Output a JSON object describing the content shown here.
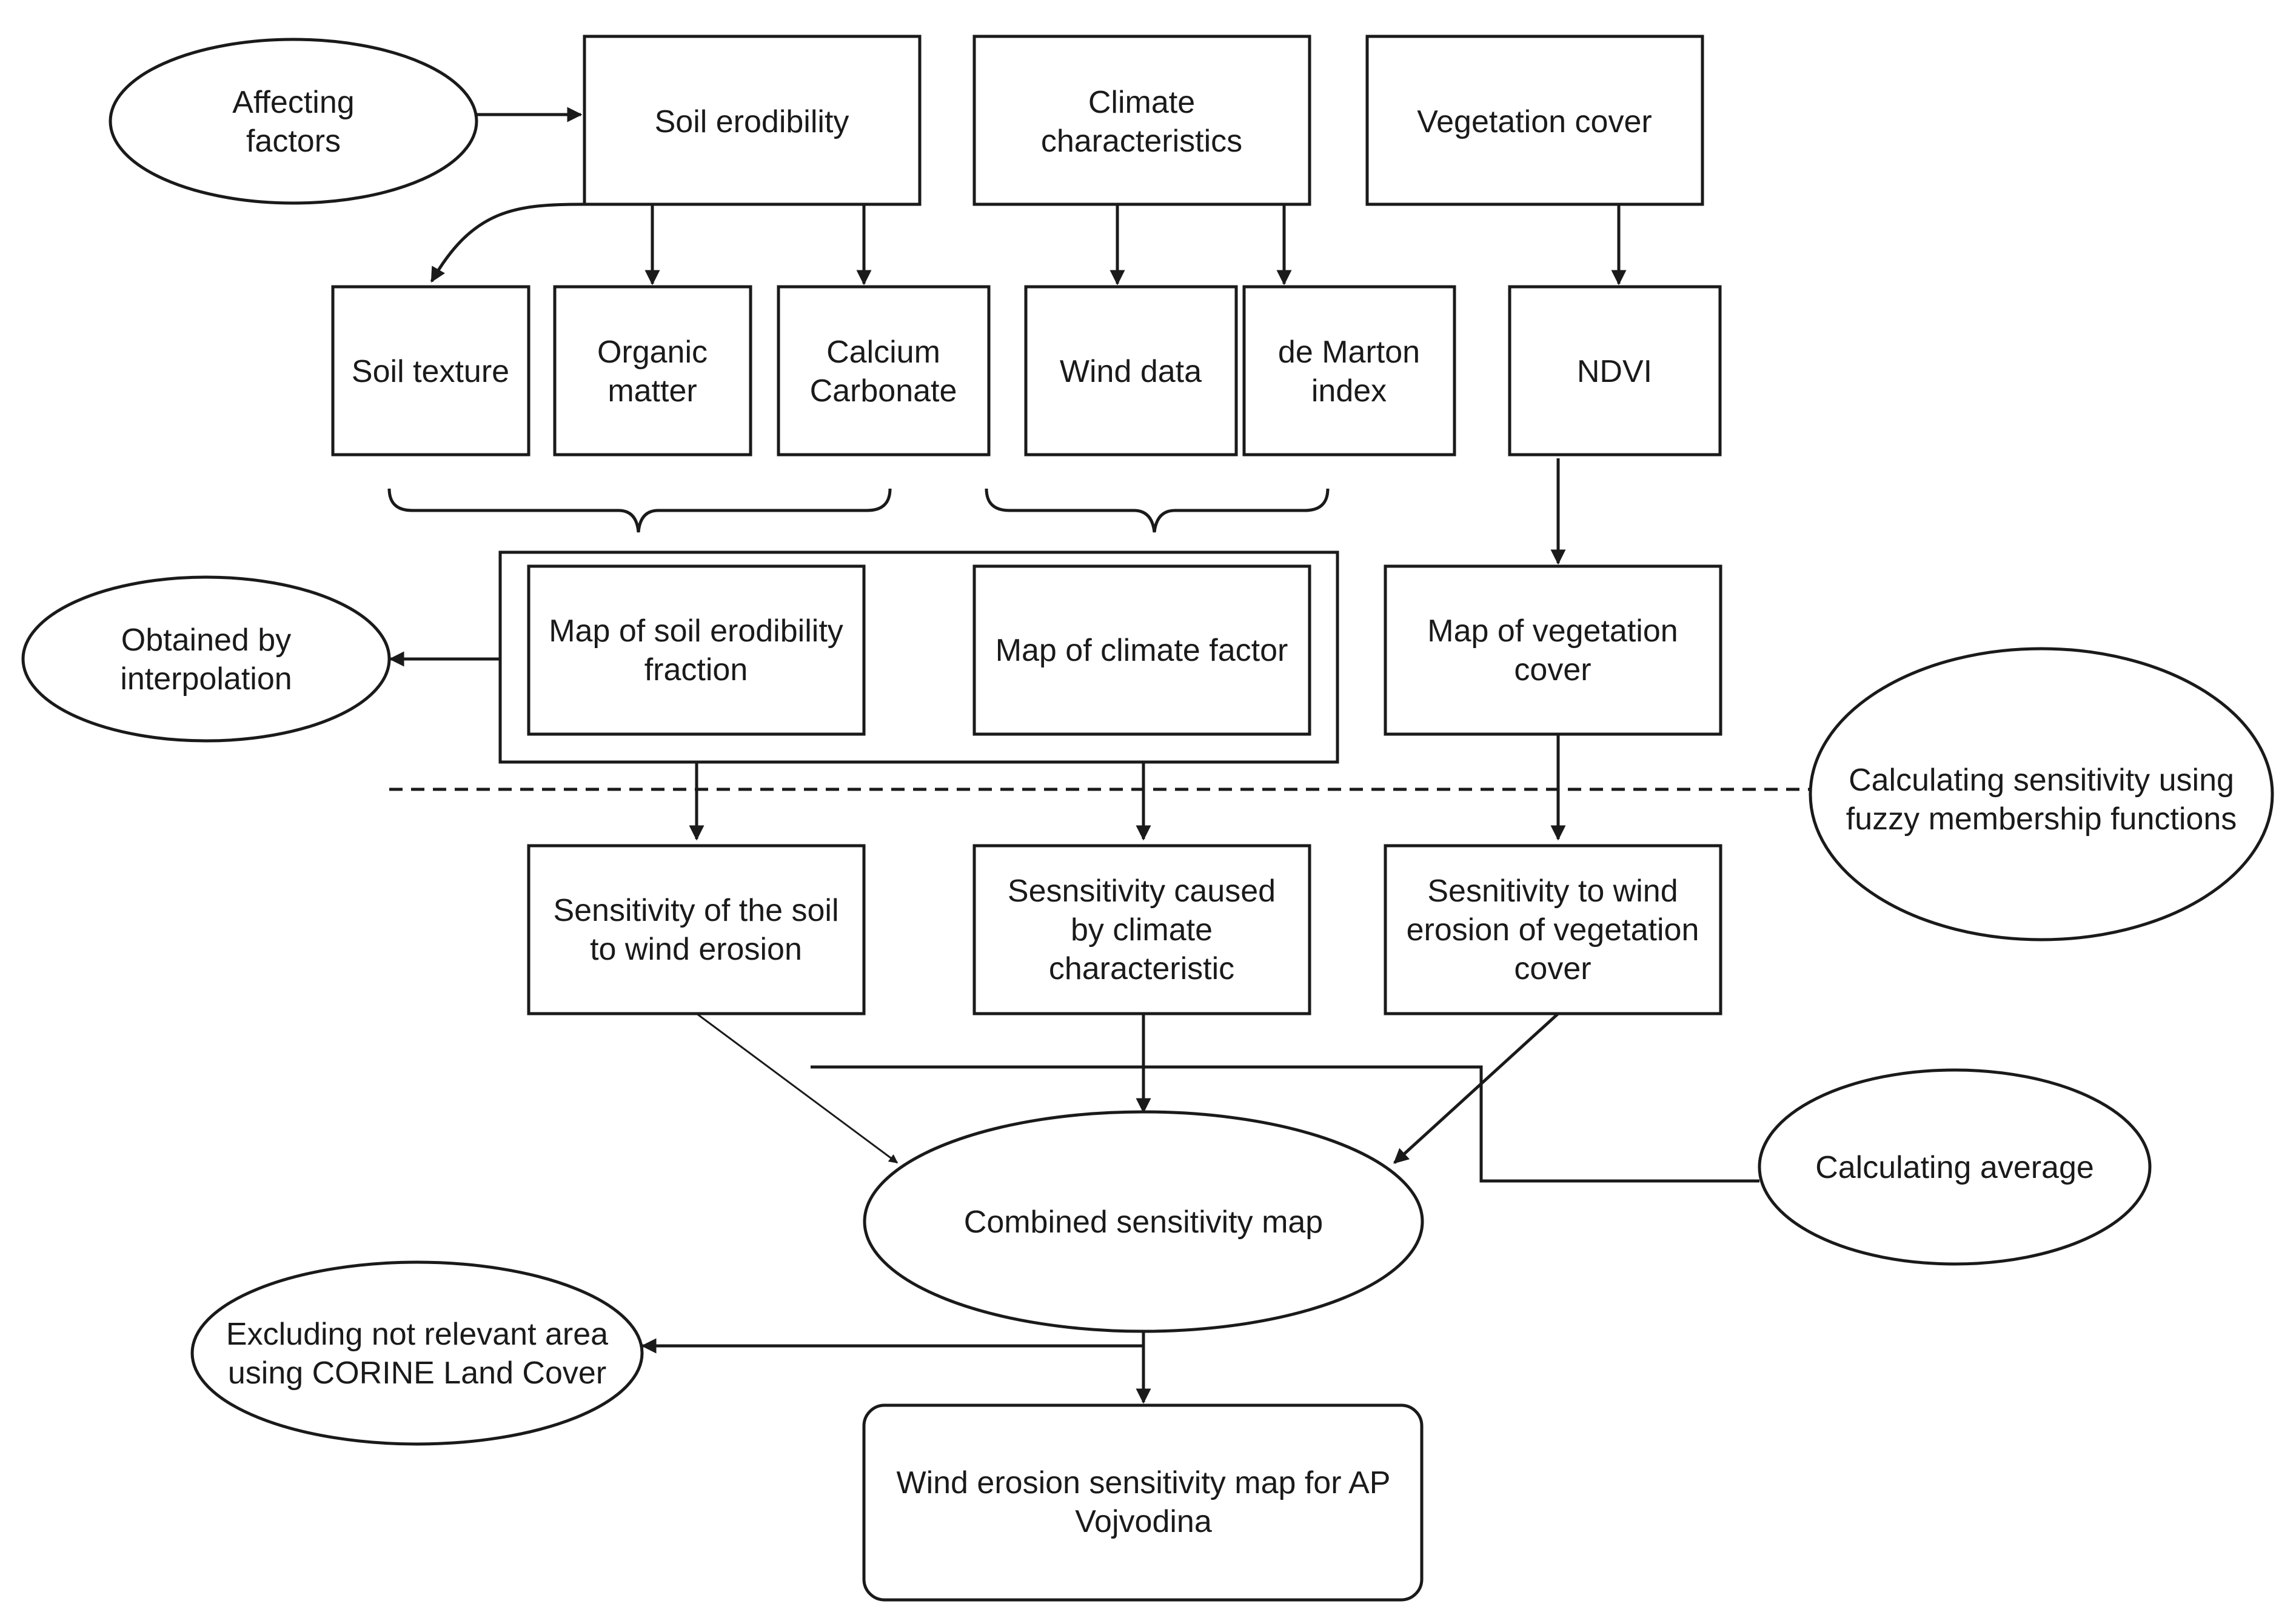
{
  "nodes": {
    "affecting_factors": [
      "Affecting",
      "factors"
    ],
    "soil_erodibility": [
      "Soil erodibility"
    ],
    "climate_characteristics": [
      "Climate",
      "characteristics"
    ],
    "vegetation_cover": [
      "Vegetation cover"
    ],
    "soil_texture": [
      "Soil texture"
    ],
    "organic_matter": [
      "Organic",
      "matter"
    ],
    "calcium_carbonate": [
      "Calcium",
      "Carbonate"
    ],
    "wind_data": [
      "Wind data"
    ],
    "de_marton_index": [
      "de Marton",
      "index"
    ],
    "ndvi": [
      "NDVI"
    ],
    "obtained_by_interpolation": [
      "Obtained by",
      "interpolation"
    ],
    "map_soil_erodibility_fraction": [
      "Map of soil erodibility",
      "fraction"
    ],
    "map_climate_factor": [
      "Map of climate factor"
    ],
    "map_vegetation_cover": [
      "Map of vegetation",
      "cover"
    ],
    "calculating_sensitivity_fuzzy": [
      "Calculating sensitivity using",
      "fuzzy membership functions"
    ],
    "sensitivity_soil_wind_erosion": [
      "Sensitivity of the soil",
      "to wind erosion"
    ],
    "sensitivity_climate": [
      "Sesnsitivity caused",
      "by climate",
      "characteristic"
    ],
    "sensitivity_vegetation": [
      "Sesnitivity to wind",
      "erosion of vegetation",
      "cover"
    ],
    "calculating_average": [
      "Calculating average"
    ],
    "combined_sensitivity_map": [
      "Combined sensitivity map"
    ],
    "excluding_not_relevant_area": [
      "Excluding not relevant area",
      "using CORINE Land Cover"
    ],
    "wind_erosion_sensitivity_map": [
      "Wind erosion sensitivity map for AP",
      "Vojvodina"
    ]
  },
  "colors": {
    "stroke": "#1a1a1a",
    "text": "#1a1a1a",
    "background": "#ffffff"
  }
}
